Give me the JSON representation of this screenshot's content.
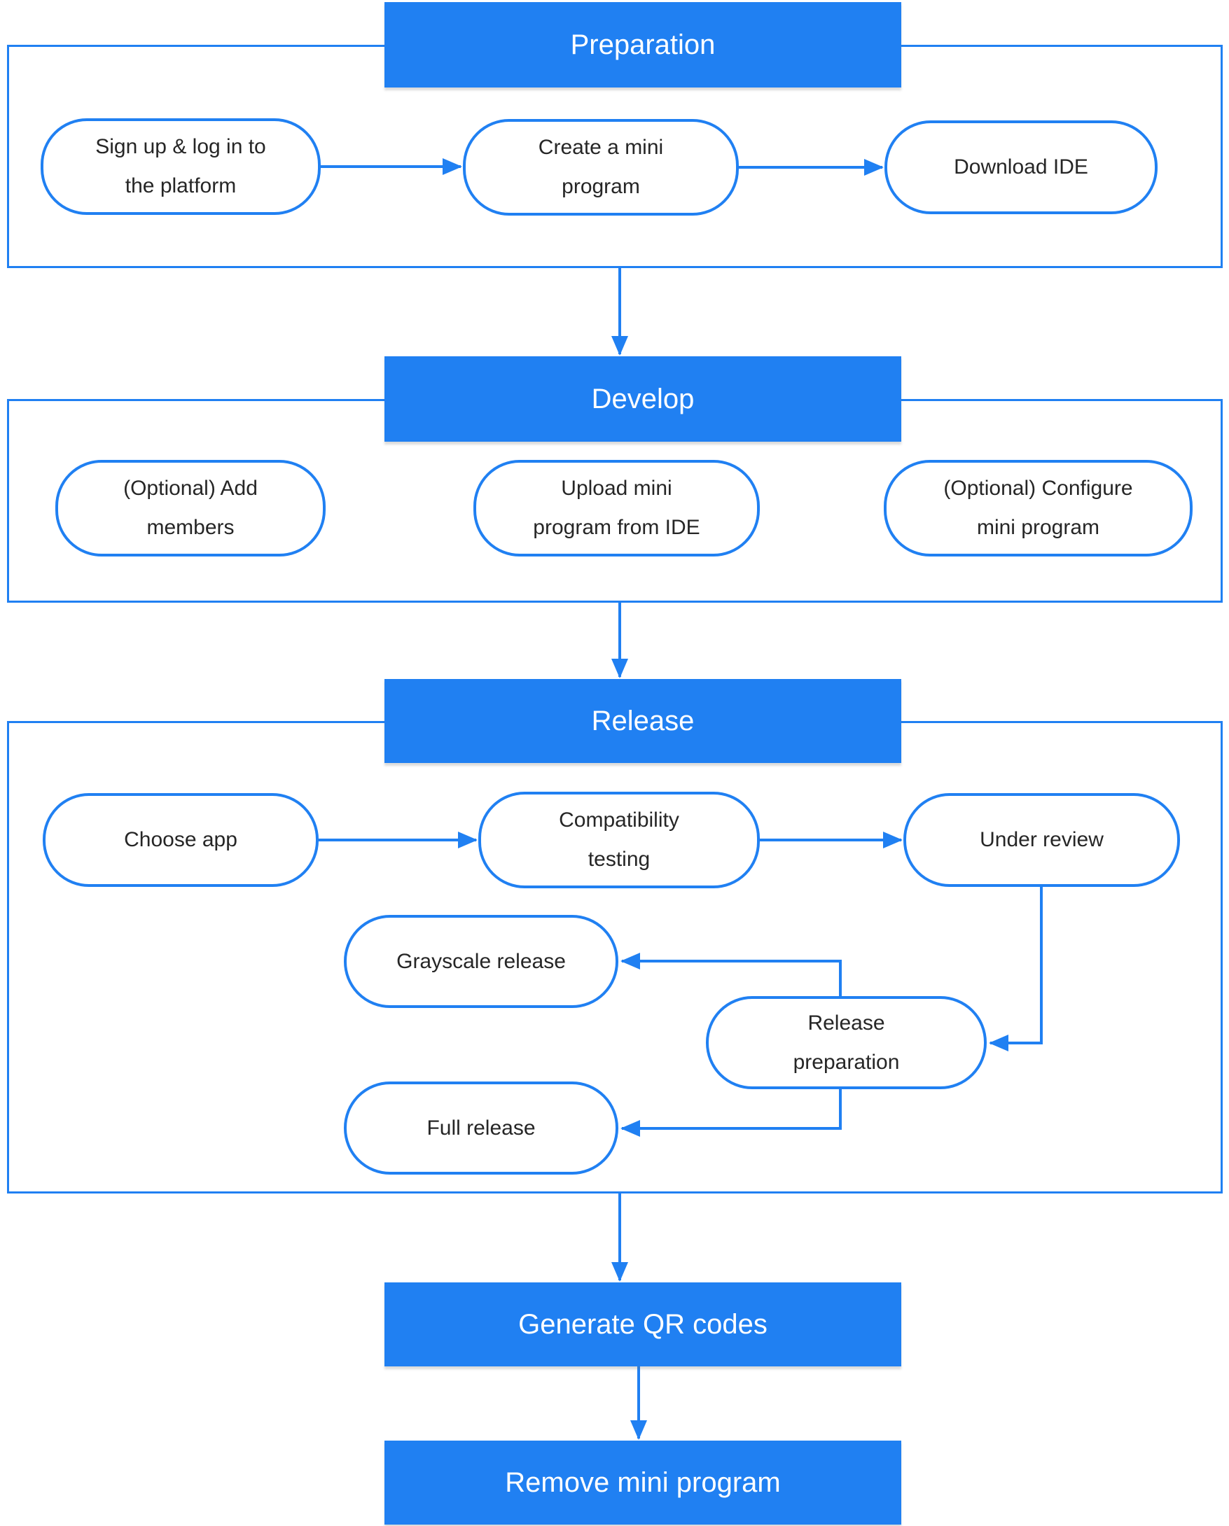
{
  "colors": {
    "accent": "#2080F2",
    "header_text": "#ffffff",
    "text_dark": "#262626",
    "background": "#ffffff"
  },
  "sections": {
    "preparation": {
      "header": "Preparation",
      "nodes": {
        "sign_up": "Sign up & log in to\nthe platform",
        "create_mini_program": "Create a mini\nprogram",
        "download_ide": "Download IDE"
      }
    },
    "develop": {
      "header": "Develop",
      "nodes": {
        "add_members": "(Optional) Add\nmembers",
        "upload_from_ide": "Upload mini\nprogram from IDE",
        "configure_mini_program": "(Optional) Configure\nmini program"
      }
    },
    "release": {
      "header": "Release",
      "nodes": {
        "choose_app": "Choose app",
        "compatibility_testing": "Compatibility\ntesting",
        "under_review": "Under review",
        "grayscale_release": "Grayscale release",
        "release_preparation": "Release\npreparation",
        "full_release": "Full release"
      }
    },
    "generate_qr": {
      "header": "Generate QR codes"
    },
    "remove": {
      "header": "Remove mini program"
    }
  }
}
